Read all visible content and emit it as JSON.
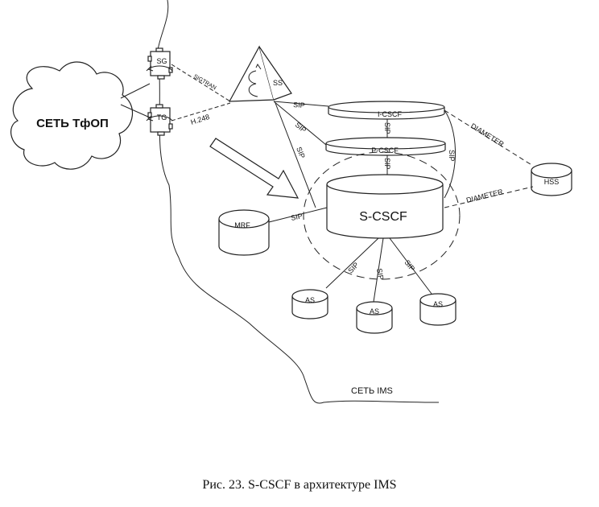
{
  "pstn_cloud": "СЕТЬ ТфОП",
  "ims_network": "СЕТЬ IMS",
  "nodes": {
    "sg": "SG",
    "tg": "TG",
    "ss": "SS",
    "icscf": "I-CSCF",
    "pcscf": "P-CSCF",
    "scscf": "S-CSCF",
    "hss": "HSS",
    "mrf": "MRF",
    "as": "AS"
  },
  "links": {
    "sigtran": "SIGTRAN",
    "h248": "H.248",
    "sip": "SIP",
    "diameter": "DIAMETER"
  },
  "caption": "Рис. 23. S-CSCF в архитектуре IMS"
}
